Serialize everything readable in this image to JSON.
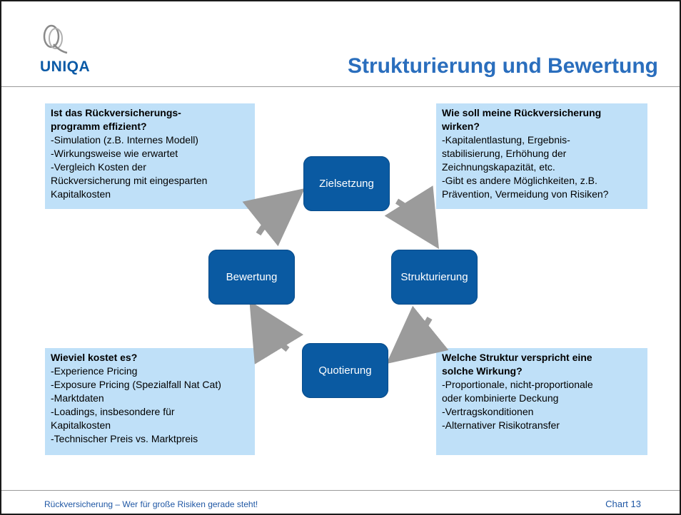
{
  "header": {
    "logo_text": "UNIQA",
    "title": "Strukturierung und Bewertung"
  },
  "boxes": {
    "top_left": {
      "heading": [
        "Ist das Rückversicherungs-",
        "programm effizient?"
      ],
      "lines": [
        "-Simulation (z.B. Internes Modell)",
        "-Wirkungsweise wie erwartet",
        "-Vergleich Kosten der",
        "Rückversicherung mit eingesparten",
        "Kapitalkosten"
      ]
    },
    "top_right": {
      "heading": [
        "Wie soll meine Rückversicherung",
        "wirken?"
      ],
      "lines": [
        "-Kapitalentlastung, Ergebnis-",
        "stabilisierung, Erhöhung der",
        "Zeichnungskapazität, etc.",
        "-Gibt es andere Möglichkeiten, z.B.",
        "Prävention, Vermeidung von Risiken?"
      ]
    },
    "bottom_left": {
      "heading": [
        "Wieviel kostet es?"
      ],
      "lines": [
        "-Experience Pricing",
        "-Exposure Pricing (Spezialfall Nat Cat)",
        "-Marktdaten",
        "-Loadings, insbesondere für",
        "Kapitalkosten",
        "-Technischer Preis vs. Marktpreis"
      ]
    },
    "bottom_right": {
      "heading": [
        "Welche Struktur verspricht eine",
        "solche Wirkung?"
      ],
      "lines": [
        "-Proportionale, nicht-proportionale",
        "oder kombinierte Deckung",
        "-Vertragskonditionen",
        "-Alternativer Risikotransfer"
      ]
    }
  },
  "cycle": {
    "top": "Zielsetzung",
    "right": "Strukturierung",
    "bottom": "Quotierung",
    "left": "Bewertung"
  },
  "footer": {
    "left": "Rückversicherung – Wer für große Risiken gerade steht!",
    "right": "Chart 13"
  },
  "colors": {
    "title": "#2a6ebd",
    "node": "#0a5aa2",
    "infobox": "#bfe0f8",
    "arrow": "#9b9b9b"
  }
}
